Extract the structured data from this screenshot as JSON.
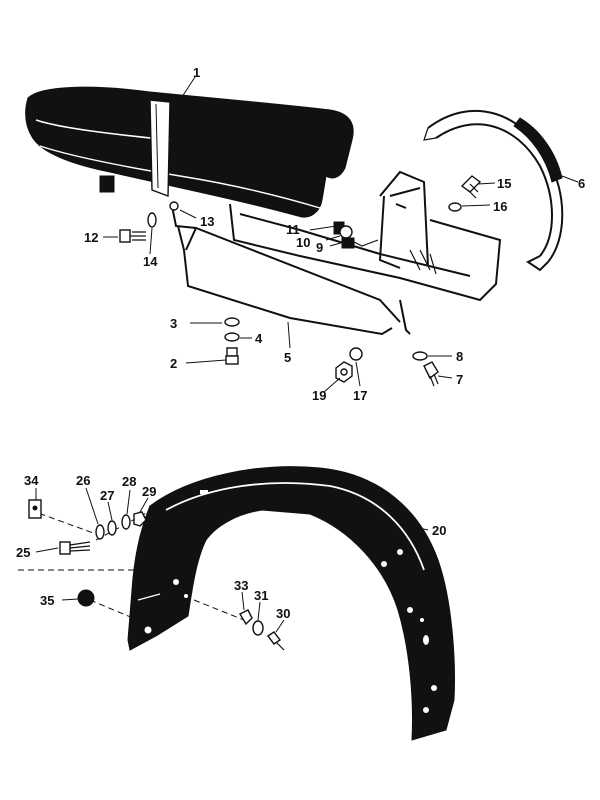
{
  "parts": [
    {
      "id": "p1",
      "label": "1"
    },
    {
      "id": "p2",
      "label": "2"
    },
    {
      "id": "p3",
      "label": "3"
    },
    {
      "id": "p4",
      "label": "4"
    },
    {
      "id": "p5",
      "label": "5"
    },
    {
      "id": "p6",
      "label": "6"
    },
    {
      "id": "p7",
      "label": "7"
    },
    {
      "id": "p8",
      "label": "8"
    },
    {
      "id": "p9",
      "label": "9"
    },
    {
      "id": "p10",
      "label": "10"
    },
    {
      "id": "p11",
      "label": "11"
    },
    {
      "id": "p12",
      "label": "12"
    },
    {
      "id": "p13",
      "label": "13"
    },
    {
      "id": "p14",
      "label": "14"
    },
    {
      "id": "p15",
      "label": "15"
    },
    {
      "id": "p16",
      "label": "16"
    },
    {
      "id": "p17",
      "label": "17"
    },
    {
      "id": "p19",
      "label": "19"
    },
    {
      "id": "p20",
      "label": "20"
    },
    {
      "id": "p25",
      "label": "25"
    },
    {
      "id": "p26",
      "label": "26"
    },
    {
      "id": "p27",
      "label": "27"
    },
    {
      "id": "p28",
      "label": "28"
    },
    {
      "id": "p29",
      "label": "29"
    },
    {
      "id": "p30",
      "label": "30"
    },
    {
      "id": "p31",
      "label": "31"
    },
    {
      "id": "p33",
      "label": "33"
    },
    {
      "id": "p34",
      "label": "34"
    },
    {
      "id": "p35",
      "label": "35"
    }
  ]
}
